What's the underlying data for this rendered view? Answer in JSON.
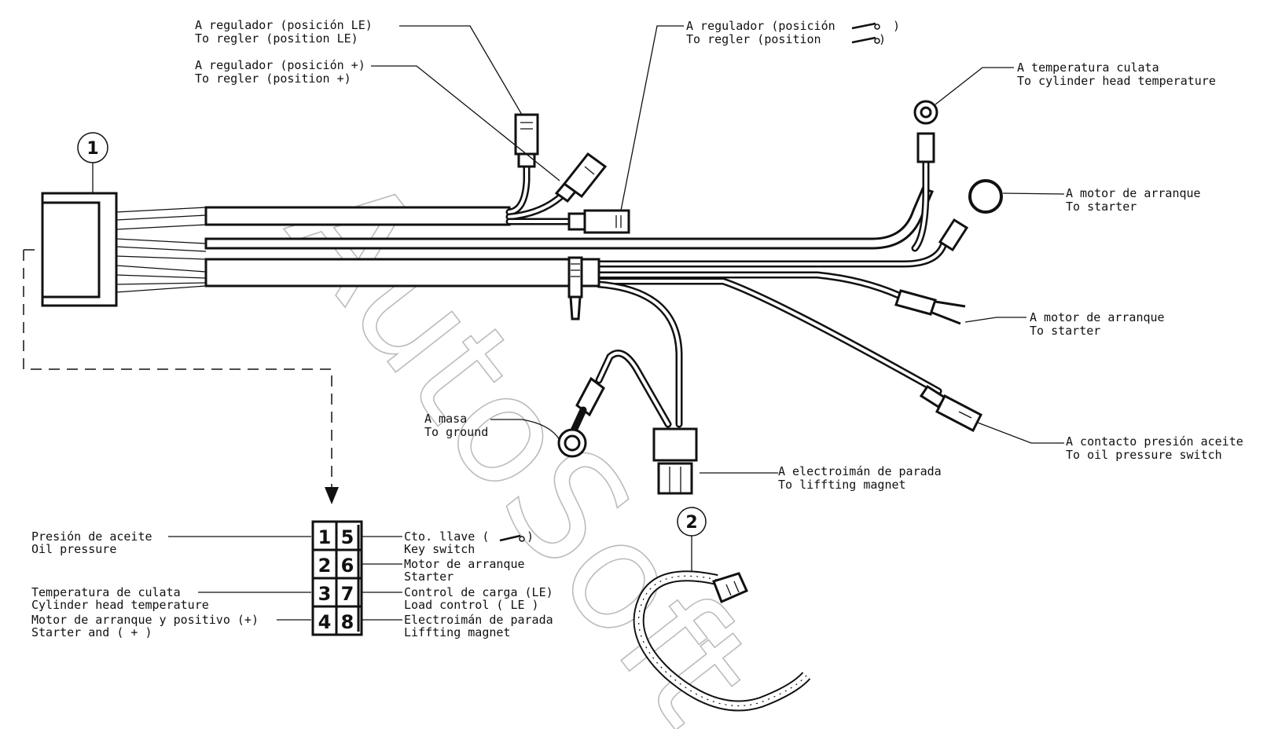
{
  "watermark": "AutoSoft",
  "callouts": {
    "c1": "1",
    "c2": "2"
  },
  "labels": {
    "regulator_le": [
      "A regulador (posición LE)",
      "To regler (position LE)"
    ],
    "regulator_plus": [
      "A regulador (posición +)",
      "To regler (position +)"
    ],
    "regulator_switch": [
      "A regulador (posición",
      "To regler (position"
    ],
    "cylinder_temp": [
      "A temperatura culata",
      "To cylinder head temperature"
    ],
    "starter_1": [
      "A motor de arranque",
      "To starter"
    ],
    "starter_2": [
      "A motor de arranque",
      "To starter"
    ],
    "ground": [
      "A masa",
      "To ground"
    ],
    "oil_switch": [
      "A contacto presión aceite",
      "To oil pressure switch"
    ],
    "lifting_magnet": [
      "A electroimán de parada",
      "To liffting magnet"
    ]
  },
  "connector_pins": {
    "numbers": [
      "1",
      "2",
      "3",
      "4",
      "5",
      "6",
      "7",
      "8"
    ],
    "left": [
      [
        "Presión de aceite",
        "Oil pressure"
      ],
      [
        "Temperatura de culata",
        "Cylinder head temperature"
      ],
      [
        "Motor de arranque y positivo (+)",
        "Starter and ( + )"
      ]
    ],
    "right": [
      [
        "Cto. llave (",
        "Key switch"
      ],
      [
        "Motor de arranque",
        "Starter"
      ],
      [
        "Control de carga (LE)",
        "Load control ( LE )"
      ],
      [
        "Electroimán de parada",
        "Liffting magnet"
      ]
    ],
    "close_paren": ")"
  },
  "colors": {
    "ink": "#111111",
    "watermark": "#bbbbbb",
    "background": "#ffffff"
  }
}
